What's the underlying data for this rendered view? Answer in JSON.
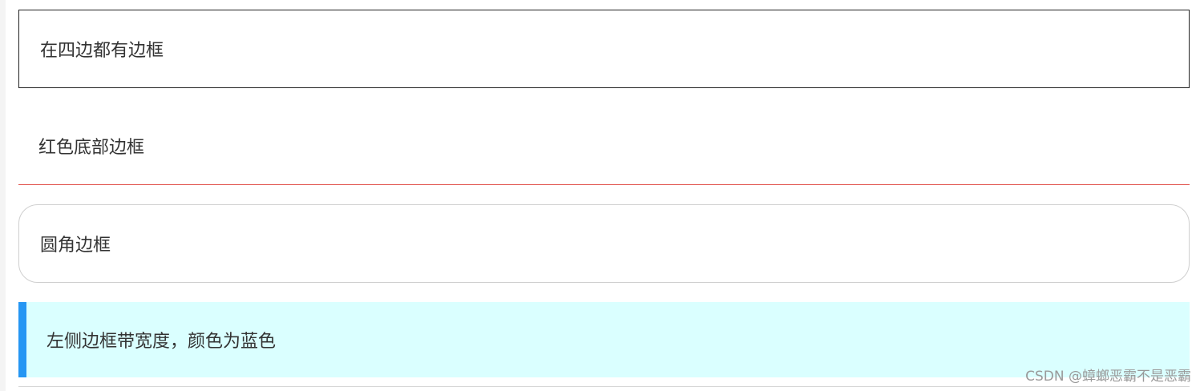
{
  "boxes": {
    "all_sides": "在四边都有边框",
    "red_bottom": "红色底部边框",
    "rounded": "圆角边框",
    "left_blue": "左侧边框带宽度，颜色为蓝色"
  },
  "watermark": "CSDN @蟑螂恶霸不是恶霸",
  "colors": {
    "border_dark": "#222222",
    "border_red": "#e0504a",
    "border_gray": "#cfcfcf",
    "accent_blue": "#2596f3",
    "cyan_bg": "#daffff"
  }
}
